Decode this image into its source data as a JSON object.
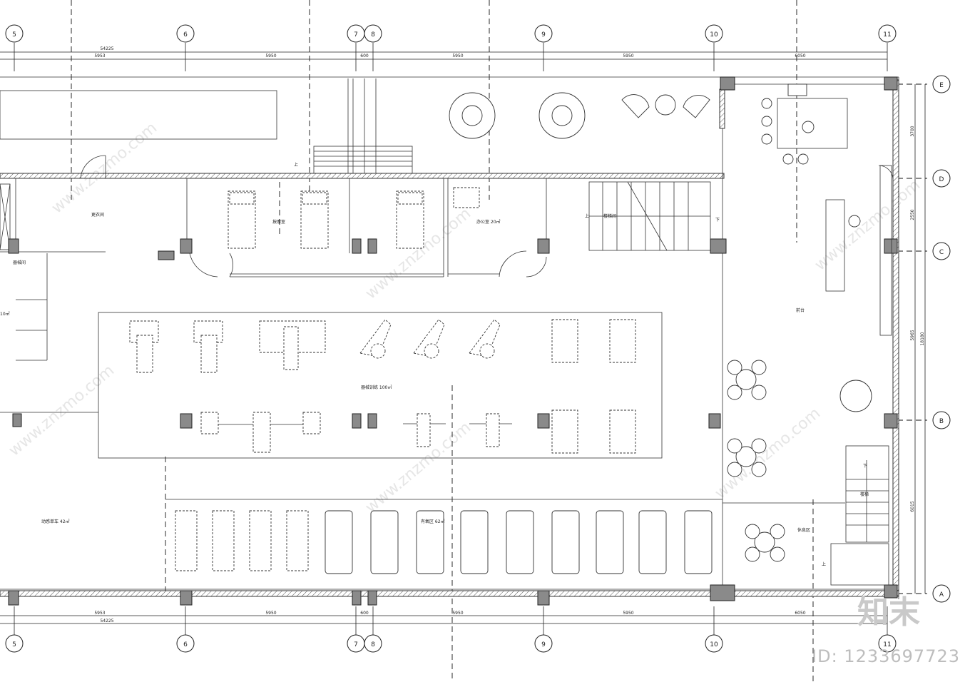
{
  "grid": {
    "columns": [
      "5",
      "6",
      "7",
      "8",
      "9",
      "10",
      "11"
    ],
    "rows": [
      "E",
      "D",
      "C",
      "B",
      "A"
    ]
  },
  "dimensions": {
    "top_total": "54225",
    "top_spans": [
      "5953",
      "5950",
      "600",
      "5950",
      "5950",
      "6050"
    ],
    "bottom_total": "54225",
    "bottom_spans": [
      "5953",
      "5950",
      "600",
      "5950",
      "5950",
      "6050"
    ],
    "right_spans": [
      "3700",
      "2550",
      "5965",
      "6015"
    ],
    "right_total": "18180"
  },
  "rooms": {
    "storage": "器械间",
    "changing": "更衣间",
    "massage": "按摩室",
    "office": "办公室 20㎡",
    "stair_hall": "楼梯间",
    "lobby": "前台",
    "free_weights": "器械训练 100㎡",
    "cardio": "有氧区 62㎡",
    "spin": "动感单车 42㎡",
    "lounge": "休息区",
    "stairs_east": "楼梯",
    "left_area": "10㎡"
  },
  "stair_marks": {
    "up": "上",
    "down": "下"
  },
  "watermark": {
    "site": "www.znzmo.com",
    "logo": "知末",
    "id": "ID: 1233697723"
  }
}
